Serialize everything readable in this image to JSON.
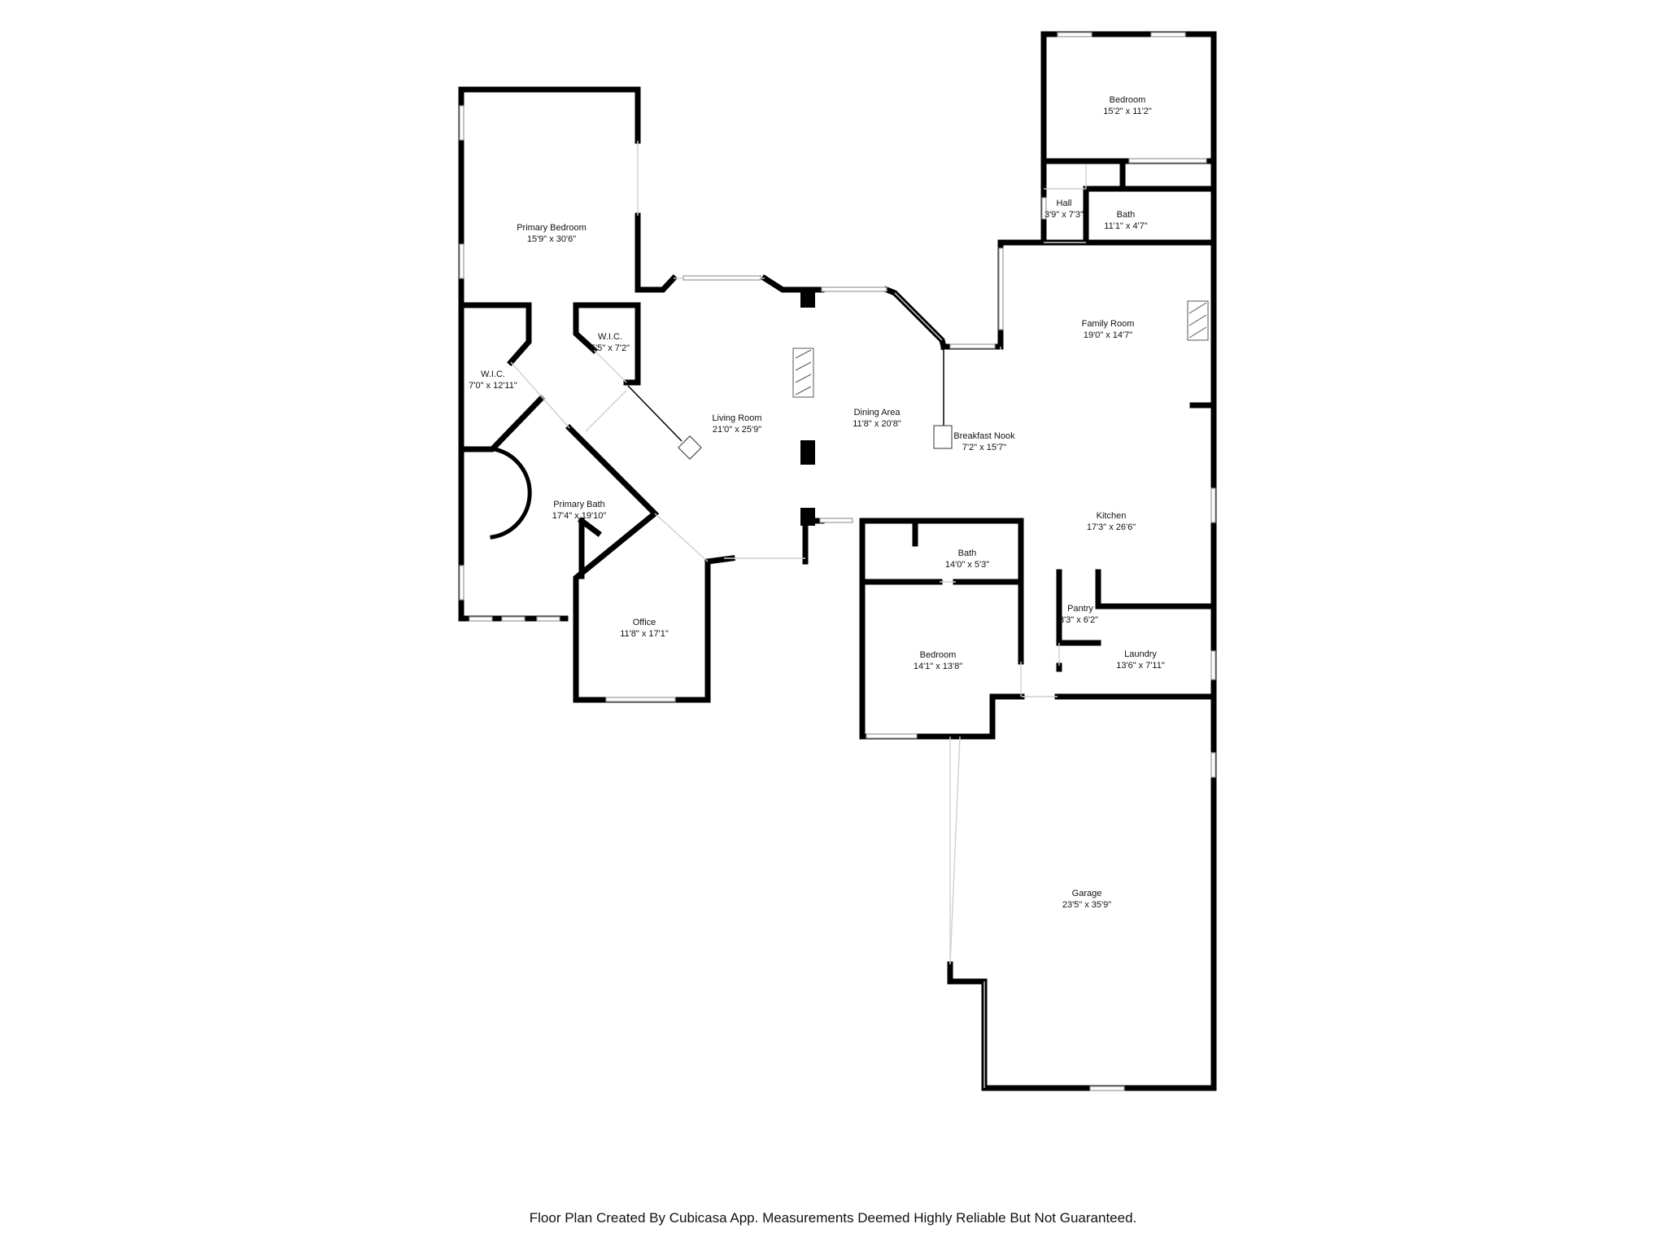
{
  "footer": "Floor Plan Created By Cubicasa App. Measurements Deemed Highly Reliable But Not Guaranteed.",
  "rooms": [
    {
      "name": "Bedroom",
      "dims": "15'2\" x 11'2\""
    },
    {
      "name": "Hall",
      "dims": "3'9\" x 7'3\""
    },
    {
      "name": "Bath",
      "dims": "11'1\" x 4'7\""
    },
    {
      "name": "Primary Bedroom",
      "dims": "15'9\" x 30'6\""
    },
    {
      "name": "Family Room",
      "dims": "19'0\" x 14'7\""
    },
    {
      "name": "W.I.C.",
      "dims": "5'5\" x 7'2\""
    },
    {
      "name": "W.I.C.",
      "dims": "7'0\" x 12'11\""
    },
    {
      "name": "Living Room",
      "dims": "21'0\" x 25'9\""
    },
    {
      "name": "Dining Area",
      "dims": "11'8\" x 20'8\""
    },
    {
      "name": "Breakfast Nook",
      "dims": "7'2\" x 15'7\""
    },
    {
      "name": "Primary Bath",
      "dims": "17'4\" x 19'10\""
    },
    {
      "name": "Kitchen",
      "dims": "17'3\" x 26'6\""
    },
    {
      "name": "Bath",
      "dims": "14'0\" x 5'3\""
    },
    {
      "name": "Pantry",
      "dims": "3'3\" x 6'2\""
    },
    {
      "name": "Office",
      "dims": "11'8\" x 17'1\""
    },
    {
      "name": "Bedroom",
      "dims": "14'1\" x 13'8\""
    },
    {
      "name": "Laundry",
      "dims": "13'6\" x 7'11\""
    },
    {
      "name": "Garage",
      "dims": "23'5\" x 35'9\""
    }
  ]
}
